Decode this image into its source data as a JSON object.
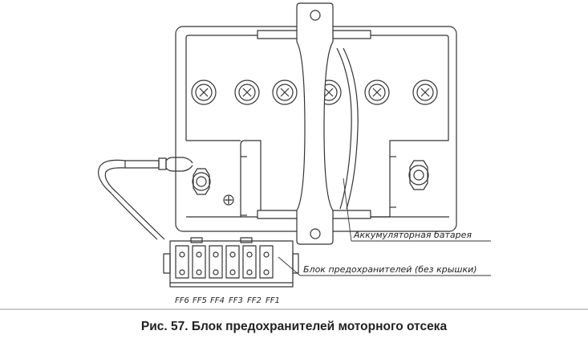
{
  "labels": {
    "battery": "Аккумуляторная батарея",
    "fuse_box": "Блок предохранителей (без крышки)"
  },
  "fuses": [
    "FF6",
    "FF5",
    "FF4",
    "FF3",
    "FF2",
    "FF1"
  ],
  "caption": "Рис. 57. Блок предохранителей моторного отсека",
  "colors": {
    "line": "#333333",
    "caption": "#222222"
  }
}
